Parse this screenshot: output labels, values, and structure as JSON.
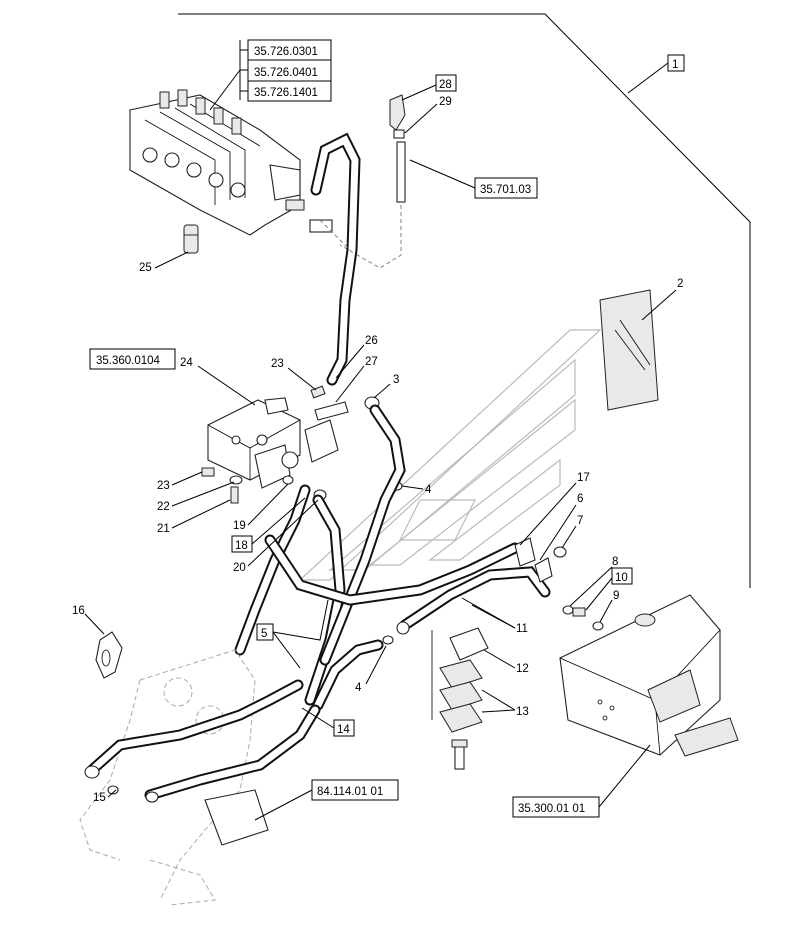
{
  "refs": {
    "r1": "35.726.0301",
    "r2": "35.726.0401",
    "r3": "35.726.1401",
    "r4": "35.701.03",
    "r5": "35.360.0104",
    "r6": "84.114.01 01",
    "r7": "35.300.01 01"
  },
  "callouts": {
    "c1": "1",
    "c2": "2",
    "c3": "3",
    "c4a": "4",
    "c4b": "4",
    "c5": "5",
    "c6": "6",
    "c7": "7",
    "c8": "8",
    "c9": "9",
    "c10": "10",
    "c11": "11",
    "c12": "12",
    "c13": "13",
    "c14": "14",
    "c15": "15",
    "c16": "16",
    "c17": "17",
    "c18": "18",
    "c19": "19",
    "c20": "20",
    "c21": "21",
    "c22": "22",
    "c23a": "23",
    "c23b": "23",
    "c24": "24",
    "c25": "25",
    "c26": "26",
    "c27": "27",
    "c28": "28",
    "c29": "29"
  }
}
